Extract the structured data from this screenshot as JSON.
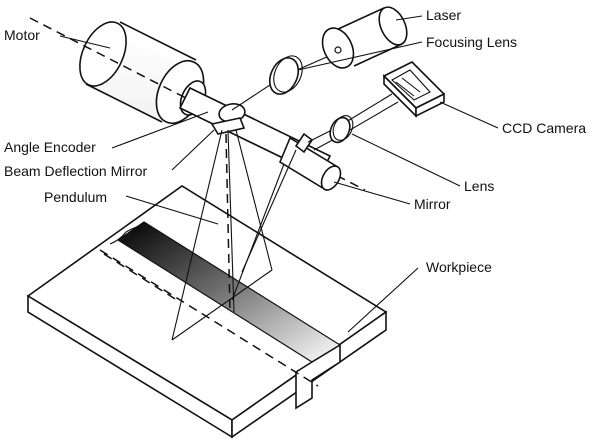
{
  "labels": {
    "motor": "Motor",
    "laser": "Laser",
    "focusing_lens": "Focusing Lens",
    "angle_encoder": "Angle Encoder",
    "beam_deflection_mirror": "Beam Deflection Mirror",
    "pendulum": "Pendulum",
    "ccd_camera": "CCD Camera",
    "lens": "Lens",
    "mirror": "Mirror",
    "workpiece": "Workpiece"
  }
}
